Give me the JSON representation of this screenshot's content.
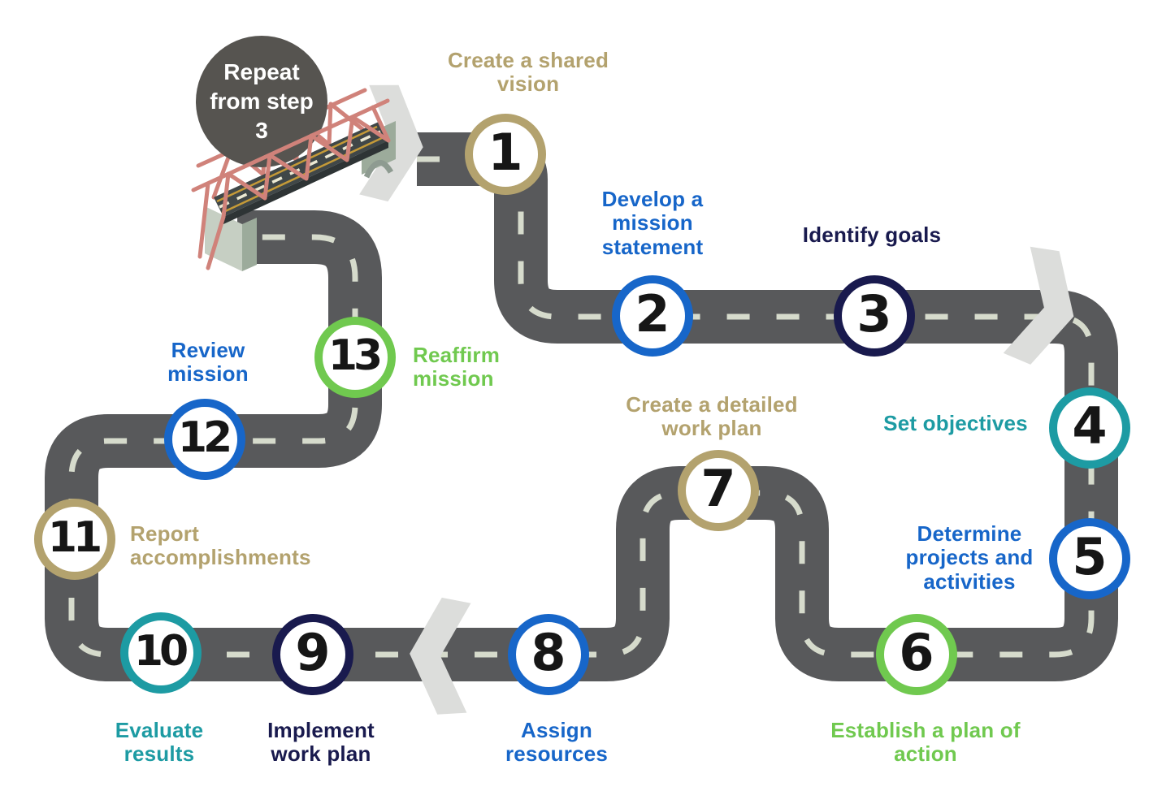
{
  "repeat_badge": {
    "text": "Repeat\nfrom step\n3"
  },
  "steps": [
    {
      "number": "1",
      "label": "Create a shared\nvision",
      "color_hex": "#b3a26e",
      "color_name": "tan"
    },
    {
      "number": "2",
      "label": "Develop a\nmission\nstatement",
      "color_hex": "#1766c9",
      "color_name": "blue"
    },
    {
      "number": "3",
      "label": "Identify goals",
      "color_hex": "#191a4e",
      "color_name": "navy"
    },
    {
      "number": "4",
      "label": "Set objectives",
      "color_hex": "#1d9ba3",
      "color_name": "teal"
    },
    {
      "number": "5",
      "label": "Determine\nprojects and\nactivities",
      "color_hex": "#1766c9",
      "color_name": "blue"
    },
    {
      "number": "6",
      "label": "Establish a plan of\naction",
      "color_hex": "#70c94f",
      "color_name": "green"
    },
    {
      "number": "7",
      "label": "Create a detailed\nwork plan",
      "color_hex": "#b3a26e",
      "color_name": "tan"
    },
    {
      "number": "8",
      "label": "Assign\nresources",
      "color_hex": "#1766c9",
      "color_name": "blue"
    },
    {
      "number": "9",
      "label": "Implement\nwork plan",
      "color_hex": "#191a4e",
      "color_name": "navy"
    },
    {
      "number": "10",
      "label": "Evaluate\nresults",
      "color_hex": "#1d9ba3",
      "color_name": "teal"
    },
    {
      "number": "11",
      "label": "Report\naccomplishments",
      "color_hex": "#b3a26e",
      "color_name": "tan"
    },
    {
      "number": "12",
      "label": "Review\nmission",
      "color_hex": "#1766c9",
      "color_name": "blue"
    },
    {
      "number": "13",
      "label": "Reaffirm\nmission",
      "color_hex": "#70c94f",
      "color_name": "green"
    }
  ],
  "icons": {
    "arrows": [
      "right-chevron",
      "right-chevron",
      "left-chevron"
    ],
    "bridge": "truss-bridge"
  },
  "palette": {
    "tan": "#b3a26e",
    "blue": "#1766c9",
    "navy": "#191a4e",
    "teal": "#1d9ba3",
    "green": "#70c94f",
    "road_gray": "#58595b",
    "road_dash": "#d6dbcc",
    "arrow_gray": "#dcdddb",
    "badge_gray": "#565450",
    "truss_pink": "#d0827a"
  }
}
